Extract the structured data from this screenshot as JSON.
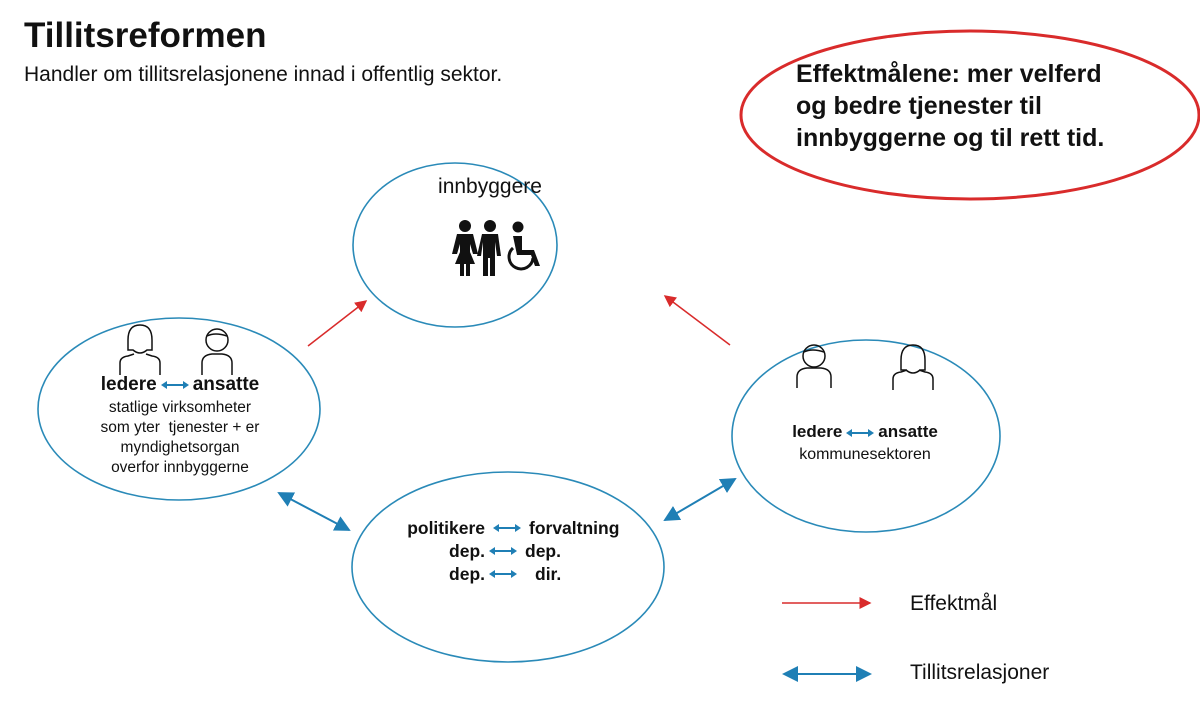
{
  "header": {
    "title": "Tillitsreformen",
    "subtitle": "Handler om tillitsrelasjonene innad i offentlig sektor."
  },
  "goal_callout": {
    "lines": [
      "Effektmålene: mer velferd",
      "og bedre tjenester til",
      "innbyggerne og til rett tid."
    ]
  },
  "nodes": {
    "citizens": {
      "label": "innbyggere",
      "icon": "people-wheelchair-icon"
    },
    "state": {
      "left": "ledere",
      "right": "ansatte",
      "lines": [
        "statlige virksomheter",
        "som yter  tjenester + er",
        "myndighetsorgan",
        "overfor innbyggerne"
      ]
    },
    "municipal": {
      "left": "ledere",
      "right": "ansatte",
      "lines": [
        "kommunesektoren"
      ]
    },
    "government": {
      "rows": [
        {
          "left": "politikere",
          "right": "forvaltning"
        },
        {
          "left": "dep.",
          "right": "dep."
        },
        {
          "left": "dep.",
          "right": "dir."
        }
      ]
    }
  },
  "legend": {
    "effect": "Effektmål",
    "trust": "Tillitsrelasjoner"
  },
  "colors": {
    "red": "#d92b2b",
    "blue": "#1f7fb5",
    "ellipse": "#2a8ab8"
  }
}
